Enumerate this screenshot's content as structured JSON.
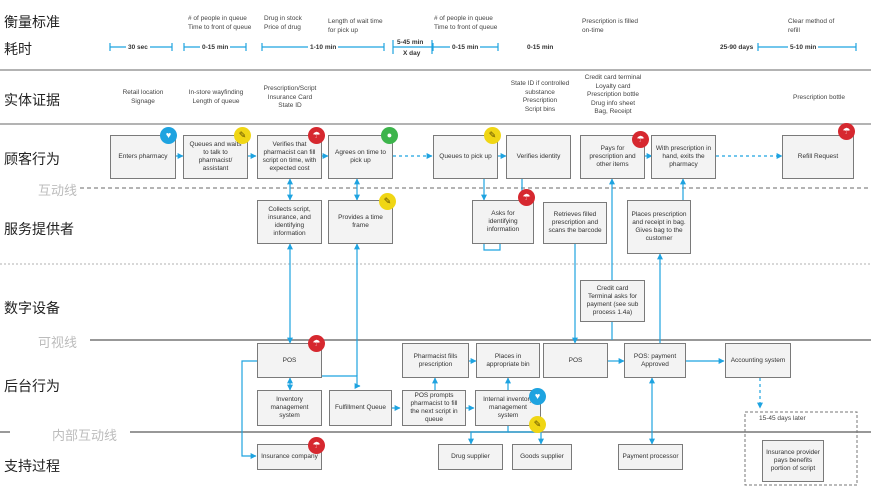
{
  "lanes": {
    "metrics": "衡量标准",
    "time": "耗时",
    "evidence": "实体证据",
    "customer": "顾客行为",
    "interaction_line": "互动线",
    "provider": "服务提供者",
    "digital": "数字设备",
    "visibility_line": "可视线",
    "backstage": "后台行为",
    "internal_line": "内部互动线",
    "support": "支持过程"
  },
  "metrics": {
    "m1": "# of people in queue\nTime to front of queue",
    "m2": "Drug in stock\nPrice of drug",
    "m3": "Length of wait time\nfor pick up",
    "m4": "# of people in queue\nTime to front of queue",
    "m5": "Prescription is filled\non-time",
    "m6": "Clear method of\nrefill"
  },
  "timeline": {
    "t1": "30 sec",
    "t2": "0-15 min",
    "t3": "1-10 min",
    "t4a": "5-45 min",
    "t4b": "X day",
    "t5": "0-15 min",
    "t6": "0-15 min",
    "t7": "25-90 days",
    "t8": "5-10 min"
  },
  "evidence": {
    "e1": "Retail location\nSignage",
    "e2": "In-store wayfinding\nLength of queue",
    "e3": "Prescription/Script\nInsurance Card\nState ID",
    "e4": "State ID if controlled\nsubstance\nPrescription\nScript bins",
    "e5": "Credit card terminal\nLoyalty card\nPrescription bottle\nDrug info sheet\nBag, Receipt",
    "e6": "Prescription bottle"
  },
  "customer": {
    "c1": "Enters pharmacy",
    "c2": "Queues and waits to talk to pharmacist/ assistant",
    "c3": "Verifies that pharmacist can fill script on time, with expected cost",
    "c4": "Agrees on time to pick up",
    "c5": "Queues to pick up",
    "c6": "Verifies identity",
    "c7": "Pays for prescription and other items",
    "c8": "With prescription in hand, exits the pharmacy",
    "c9": "Refill Request"
  },
  "provider": {
    "p1": "Collects script, insurance, and identifying information",
    "p2": "Provides a time frame",
    "p3": "Asks for identifying information",
    "p4": "Retrieves filled prescription and scans the barcode",
    "p5": "Places prescription and receipt in bag. Gives bag to the customer"
  },
  "digital": {
    "d1": "Credit card Terminal asks for payment (see sub process 1.4a)"
  },
  "backstage": {
    "k1": "POS",
    "k2": "Inventory management system",
    "k3": "Fulfillment Queue",
    "k4": "Pharmacist fills prescription",
    "k5": "POS prompts pharmacist to fill the next script in queue",
    "k6": "Places in appropriate bin",
    "k7": "Internal inventory management system",
    "k8": "POS",
    "k9": "POS: payment Approved",
    "k10": "Accounting system"
  },
  "support": {
    "s1": "Insurance company",
    "s2": "Drug supplier",
    "s3": "Goods supplier",
    "s4": "Payment processor",
    "s5": "15-45 days later",
    "s6": "Insurance provider pays benefits portion of script"
  },
  "colors": {
    "accent": "#1ea3e0",
    "pain_point": "#d6282f",
    "opportunity": "#f0d614",
    "positive": "#3cb44b"
  }
}
